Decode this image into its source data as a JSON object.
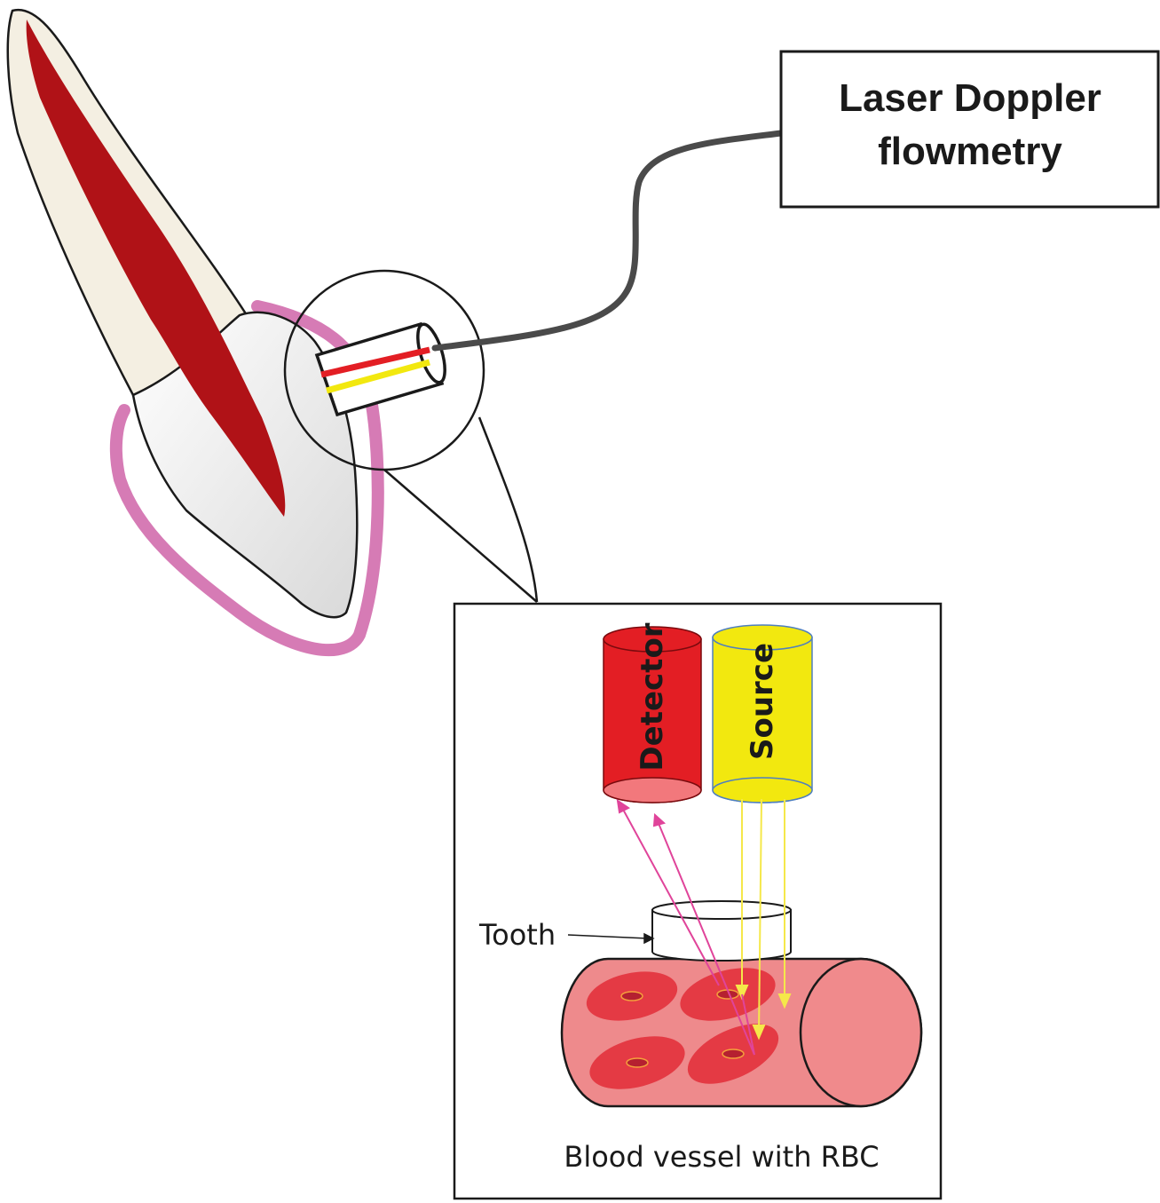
{
  "title_box": {
    "line1": "Laser Doppler",
    "line2": "flowmetry"
  },
  "inset": {
    "detector_label": "Detector",
    "source_label": "Source",
    "tooth_label": "Tooth",
    "caption": "Blood vessel with RBC"
  },
  "colors": {
    "pulp": "#b01217",
    "gingiva": "#d67bb5",
    "enamel": "#f4efe2",
    "detector": "#e31e24",
    "source": "#f2e80f",
    "vessel": "#ee8a8c",
    "rbc": "#e43a44",
    "scatter_ray": "#e0449a",
    "incident_ray": "#f5e84a",
    "cable": "#4a4a4a"
  }
}
